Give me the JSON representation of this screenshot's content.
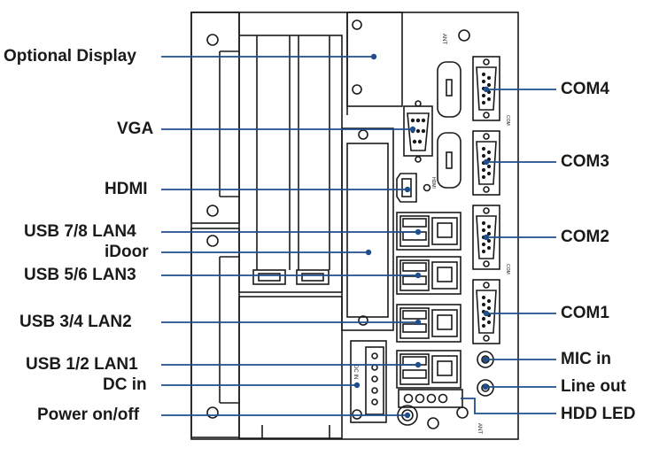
{
  "left_labels": [
    {
      "id": "optional-display",
      "text": "Optional Display"
    },
    {
      "id": "vga",
      "text": "VGA"
    },
    {
      "id": "hdmi",
      "text": "HDMI"
    },
    {
      "id": "usb78-lan4",
      "text": "USB 7/8 LAN4"
    },
    {
      "id": "idoor",
      "text": "iDoor"
    },
    {
      "id": "usb56-lan3",
      "text": "USB 5/6 LAN3"
    },
    {
      "id": "usb34-lan2",
      "text": "USB 3/4  LAN2"
    },
    {
      "id": "usb12-lan1",
      "text": "USB 1/2 LAN1"
    },
    {
      "id": "dc-in",
      "text": "DC in"
    },
    {
      "id": "power-onoff",
      "text": "Power on/off"
    }
  ],
  "right_labels": [
    {
      "id": "com4",
      "text": "COM4"
    },
    {
      "id": "com3",
      "text": "COM3"
    },
    {
      "id": "com2",
      "text": "COM2"
    },
    {
      "id": "com1",
      "text": "COM1"
    },
    {
      "id": "mic-in",
      "text": "MIC in"
    },
    {
      "id": "line-out",
      "text": "Line out"
    },
    {
      "id": "hdd-led",
      "text": "HDD LED"
    }
  ],
  "panel_marks": {
    "ant_top": "ANT",
    "ant_bottom": "ANT",
    "hdmi": "HDMI",
    "dc": "DC IN",
    "com_a": "COM",
    "com_b": "COM"
  },
  "colors": {
    "leader": "#1f4e8c",
    "line": "#1a1a1a",
    "dot": "#1f4e8c"
  }
}
